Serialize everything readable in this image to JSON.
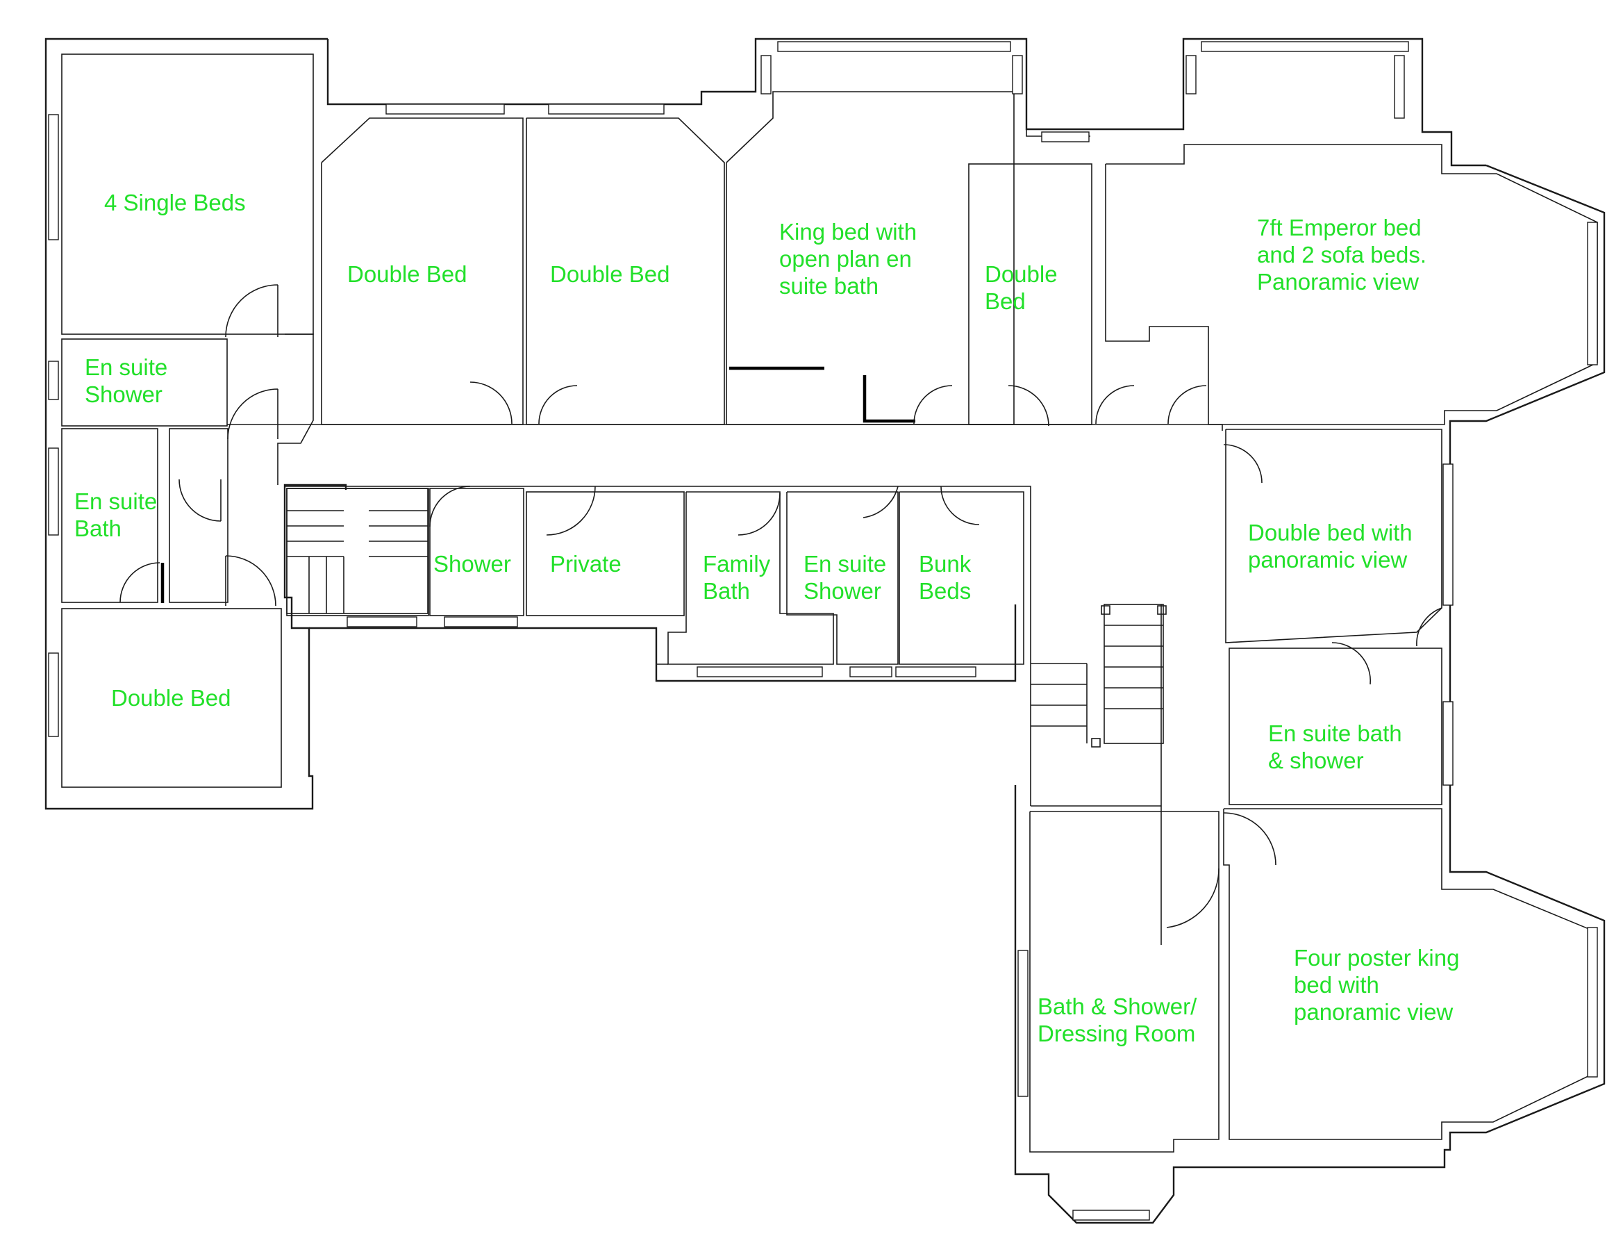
{
  "floor_plan": {
    "rooms": [
      {
        "id": "r1",
        "lines": [
          "4 Single Beds"
        ]
      },
      {
        "id": "r2",
        "lines": [
          "Double Bed"
        ]
      },
      {
        "id": "r3",
        "lines": [
          "Double Bed"
        ]
      },
      {
        "id": "r4",
        "lines": [
          "King bed with",
          "open plan en",
          "suite bath"
        ]
      },
      {
        "id": "r5",
        "lines": [
          "Double",
          "Bed"
        ]
      },
      {
        "id": "r6",
        "lines": [
          "7ft Emperor bed",
          "and 2 sofa beds.",
          "Panoramic view"
        ]
      },
      {
        "id": "r7",
        "lines": [
          "En suite",
          "Shower"
        ]
      },
      {
        "id": "r8",
        "lines": [
          "En suite",
          "Bath"
        ]
      },
      {
        "id": "r9",
        "lines": [
          "Double Bed"
        ]
      },
      {
        "id": "r10",
        "lines": [
          "Shower"
        ]
      },
      {
        "id": "r11",
        "lines": [
          "Private"
        ]
      },
      {
        "id": "r12",
        "lines": [
          "Family",
          "Bath"
        ]
      },
      {
        "id": "r13",
        "lines": [
          "En suite",
          "Shower"
        ]
      },
      {
        "id": "r14",
        "lines": [
          "Bunk",
          "Beds"
        ]
      },
      {
        "id": "r15",
        "lines": [
          "Double bed with",
          "panoramic view"
        ]
      },
      {
        "id": "r16",
        "lines": [
          "En suite bath",
          "& shower"
        ]
      },
      {
        "id": "r17",
        "lines": [
          "Four poster king",
          "bed with",
          "panoramic view"
        ]
      },
      {
        "id": "r18",
        "lines": [
          "Bath & Shower/",
          "Dressing Room"
        ]
      }
    ],
    "label_color": "#22e02a",
    "line_color": "#1a1a1a"
  }
}
